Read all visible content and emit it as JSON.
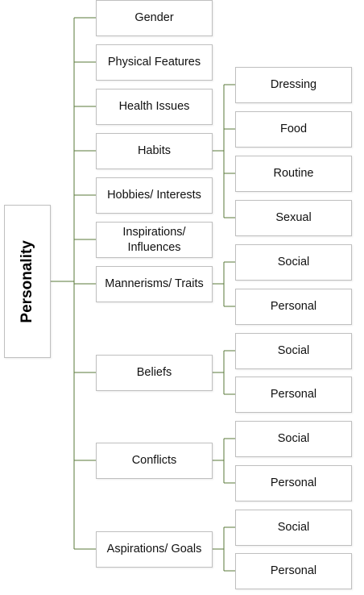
{
  "root": "Personality",
  "categories": [
    {
      "label": "Gender",
      "children": []
    },
    {
      "label": "Physical Features",
      "children": []
    },
    {
      "label": "Health Issues",
      "children": []
    },
    {
      "label": "Habits",
      "children": [
        "Dressing",
        "Food",
        "Routine",
        "Sexual"
      ]
    },
    {
      "label": "Hobbies/ Interests",
      "children": []
    },
    {
      "label": "Inspirations/ Influences",
      "children": []
    },
    {
      "label": "Mannerisms/ Traits",
      "children": [
        "Social",
        "Personal"
      ]
    },
    {
      "label": "Beliefs",
      "children": [
        "Social",
        "Personal"
      ]
    },
    {
      "label": "Conflicts",
      "children": [
        "Social",
        "Personal"
      ]
    },
    {
      "label": "Aspirations/ Goals",
      "children": [
        "Social",
        "Personal"
      ]
    }
  ],
  "colors": {
    "connector": "#5a7a3a",
    "box_border": "#bfbfbf"
  }
}
